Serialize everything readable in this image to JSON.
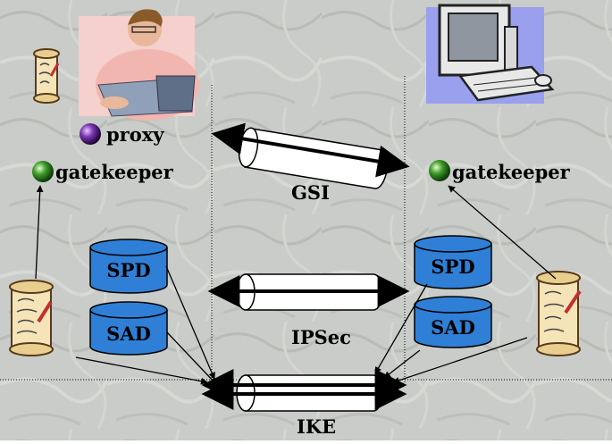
{
  "labels": {
    "proxy": "proxy",
    "gatekeeper_left": "gatekeeper",
    "gatekeeper_right": "gatekeeper",
    "gsi": "GSI",
    "ipsec": "IPSec",
    "ike": "IKE",
    "spd_left": "SPD",
    "sad_left": "SAD",
    "spd_right": "SPD",
    "sad_right": "SAD"
  },
  "colors": {
    "background": "#c9ccc8",
    "database": "#2f7fd6",
    "proxy_orb": "#6a2a9a",
    "gatekeeper_orb": "#3f9a2a"
  },
  "icons": [
    "user-at-laptop-icon",
    "desktop-computer-icon",
    "certificate-scroll-icon",
    "database-icon",
    "orb-icon"
  ]
}
